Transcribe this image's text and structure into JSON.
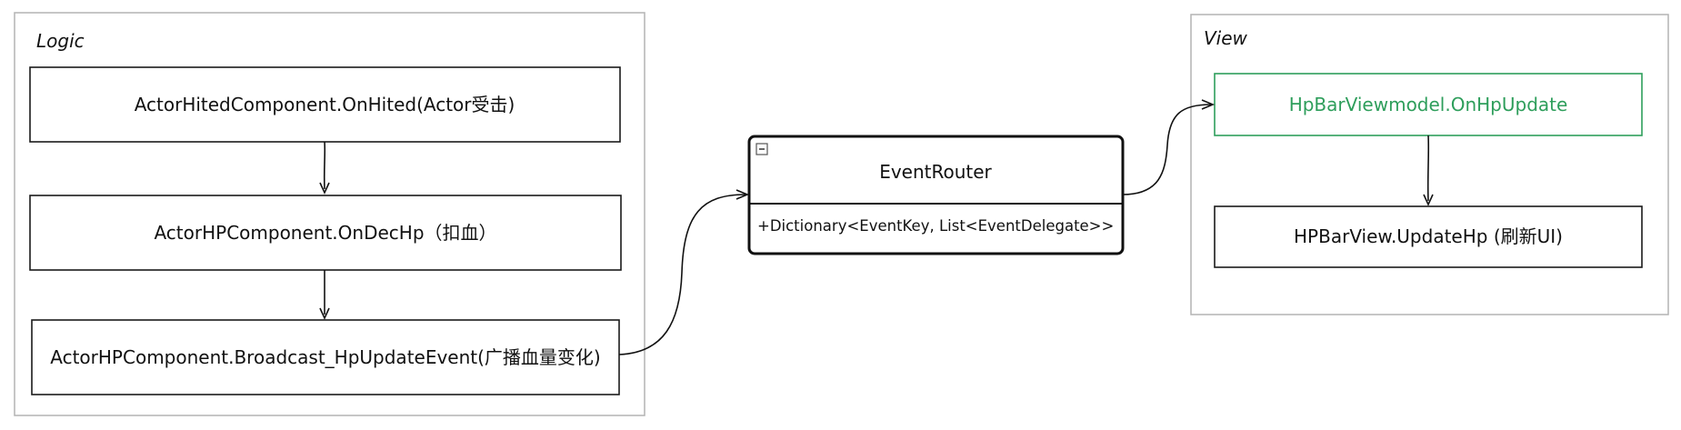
{
  "groups": {
    "logic": "Logic",
    "view": "View"
  },
  "nodes": {
    "actor_hited": "ActorHitedComponent.OnHited(Actor受击)",
    "actor_hp_dec": "ActorHPComponent.OnDecHp（扣血）",
    "actor_hp_broadcast": "ActorHPComponent.Broadcast_HpUpdateEvent(广播血量变化)",
    "event_router": {
      "title": "EventRouter",
      "member": "+Dictionary<EventKey, List<EventDelegate>>"
    },
    "hpbar_viewmodel": "HpBarViewmodel.OnHpUpdate",
    "hpbar_view": "HPBarView.UpdateHp (刷新UI)"
  },
  "colors": {
    "group_border": "#b3b3b3",
    "node_border": "#1a1a1a",
    "viewmodel_accent": "#2e9e5b"
  },
  "icons": {
    "collapse": "minus-box-icon"
  }
}
